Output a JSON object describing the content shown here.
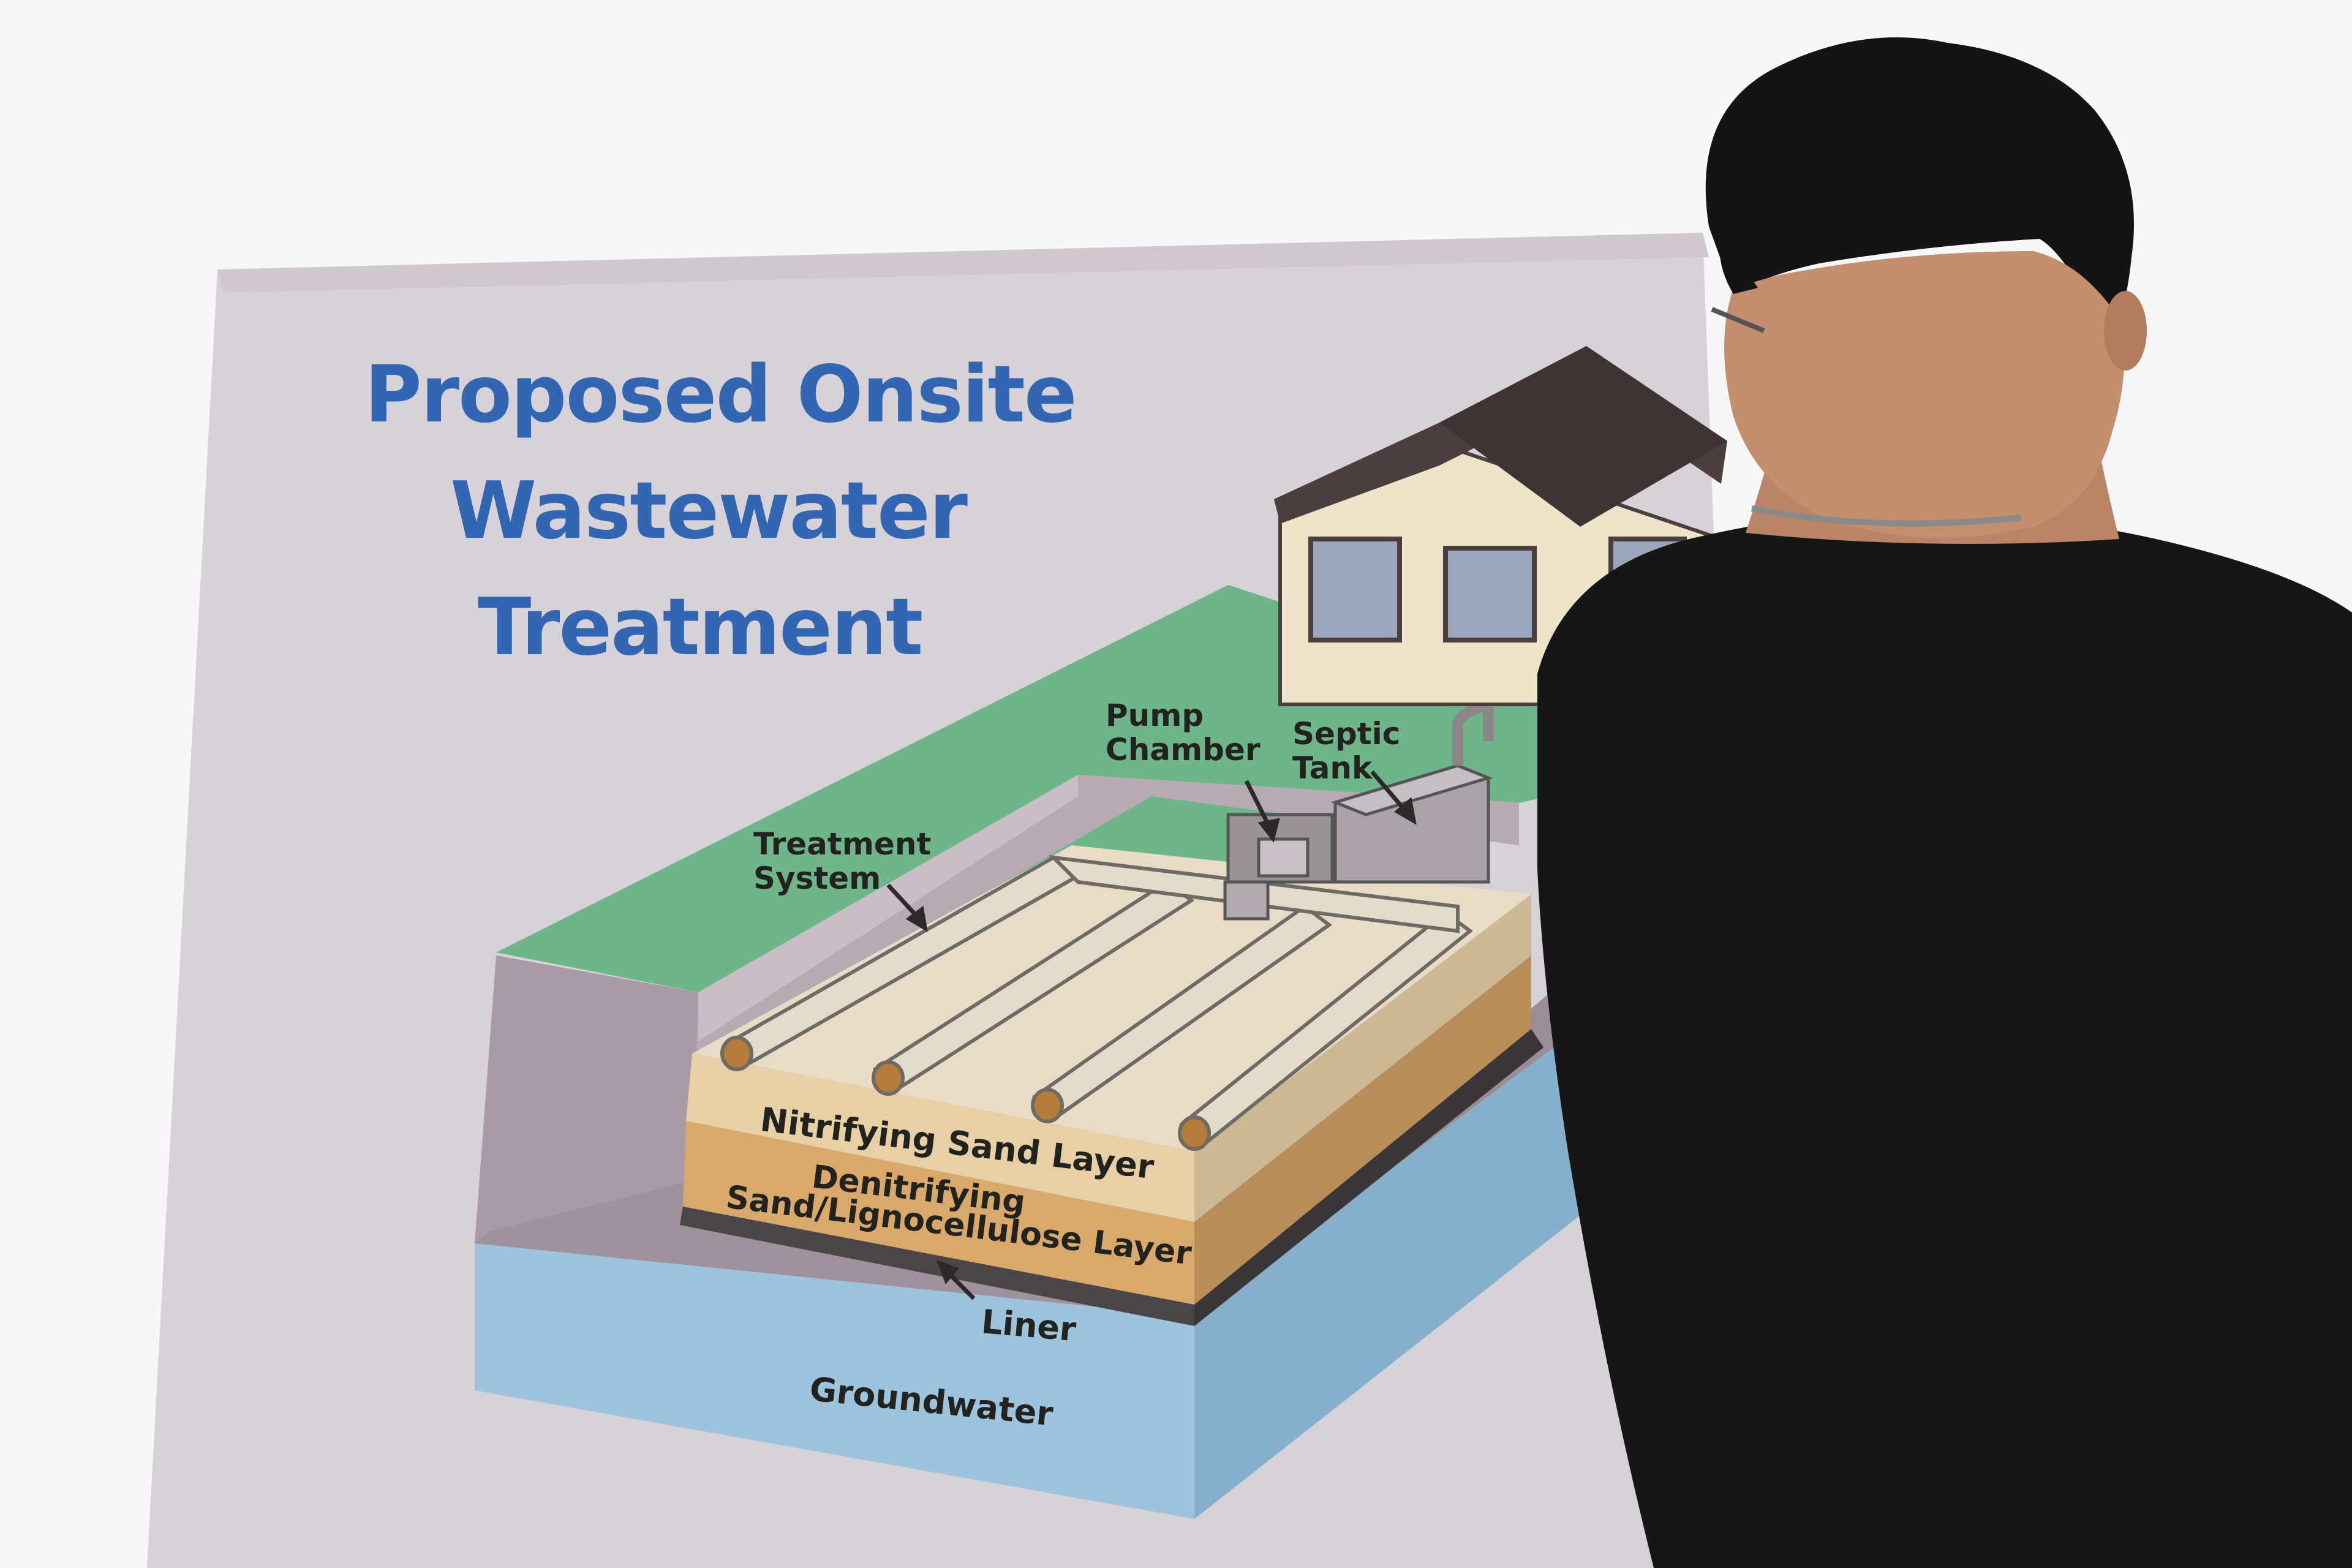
{
  "poster": {
    "title_lines": [
      "Proposed Onsite",
      "Wastewater",
      "Treatment"
    ],
    "labels": {
      "pump_chamber": [
        "Pump",
        "Chamber"
      ],
      "septic_tank": [
        "Septic",
        "Tank"
      ],
      "treatment_system": [
        "Treatment",
        "System"
      ],
      "nitrifying_layer": "Nitrifying Sand Layer",
      "denitrifying_layer": [
        "Denitrifying",
        "Sand/Lignocellulose Layer"
      ],
      "liner": "Liner",
      "groundwater": "Groundwater"
    }
  },
  "colors": {
    "background": "#f7f7f8",
    "board": "#d7d2d8",
    "title": "#3266b3",
    "grass": "#6fb58a",
    "soil_side": "#a89ba5",
    "soil_top": "#cfc6ca",
    "sand_top": "#e8dcc7",
    "sand_front": "#e8cfa6",
    "denitrifying": "#d9a86b",
    "liner": "#4a4648",
    "groundwater": "#9ec3dd",
    "house_wall": "#ede4c9",
    "roof": "#4a3f3e",
    "window": "#9aa6bb",
    "shirt": "#161616",
    "hair": "#141414",
    "skin": "#c48f6e"
  }
}
